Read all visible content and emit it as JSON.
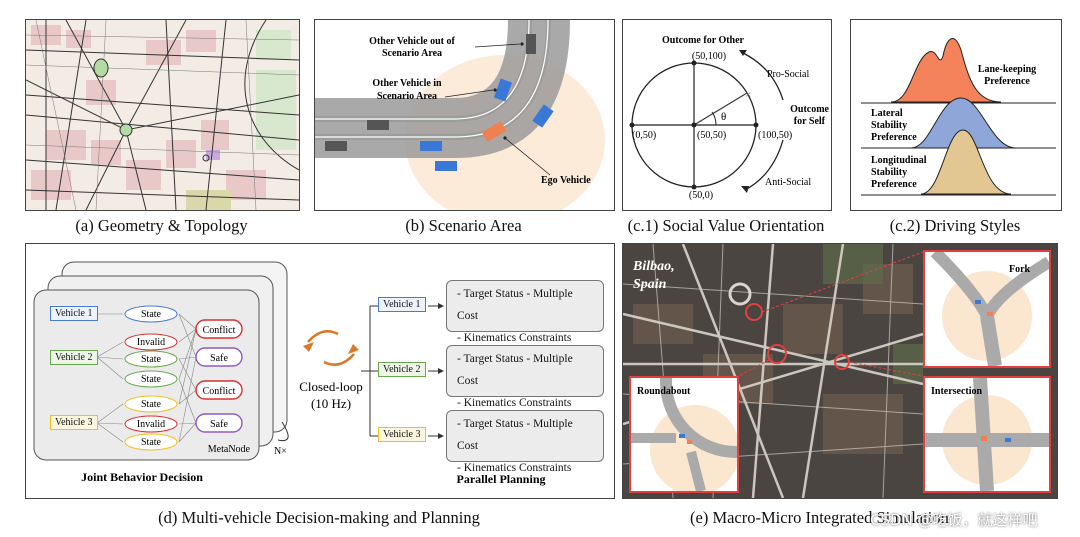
{
  "captions": {
    "a": "(a) Geometry & Topology",
    "b": "(b) Scenario Area",
    "c1": "(c.1) Social Value Orientation",
    "c2": "(c.2) Driving Styles",
    "d": "(d) Multi-vehicle Decision-making and Planning",
    "e": "(e) Macro-Micro Integrated Simulation"
  },
  "watermark": "CSDN @吃饭，就这样吧",
  "scenario": {
    "out_label_1": "Other Vehicle out of",
    "out_label_2": "Scenario Area",
    "in_label_1": "Other Vehicle in",
    "in_label_2": "Scenario Area",
    "ego_label": "Ego Vehicle"
  },
  "svo": {
    "title": "Outcome for Other",
    "self_1": "Outcome",
    "self_2": "for Self",
    "pro": "Pro-Social",
    "anti": "Anti-Social",
    "theta": "θ",
    "top": "(50,100)",
    "bottom": "(50,0)",
    "left": "(0,50)",
    "right": "(100,50)",
    "center": "(50,50)"
  },
  "styles": {
    "lane_1": "Lane-keeping",
    "lane_2": "Preference",
    "lat_1": "Lateral",
    "lat_2": "Stability",
    "lat_3": "Preference",
    "lon_1": "Longitudinal",
    "lon_2": "Stability",
    "lon_3": "Preference"
  },
  "decision": {
    "vehicles": [
      "Vehicle 1",
      "Vehicle 2",
      "Vehicle 3"
    ],
    "state": "State",
    "invalid": "Invalid",
    "conflict": "Conflict",
    "safe": "Safe",
    "metanode": "MetaNode",
    "nx": "N×",
    "joint_title": "Joint Behavior Decision",
    "loop_1": "Closed-loop",
    "loop_2": "(10 Hz)",
    "parallel_title": "Parallel Planning",
    "cost_1": "- Target Status - Multiple Cost",
    "cost_2": "- Kinematics Constraints"
  },
  "macro": {
    "city_1": "Bilbao,",
    "city_2": "Spain",
    "fork": "Fork",
    "roundabout": "Roundabout",
    "intersection": "Intersection"
  },
  "colors": {
    "blue": "#4a7bd0",
    "green": "#6aa84f",
    "yellow": "#f0c020",
    "red": "#d83030",
    "purple": "#8e5bc4",
    "orange": "#f07a4a",
    "peach": "#fbe6cf"
  }
}
